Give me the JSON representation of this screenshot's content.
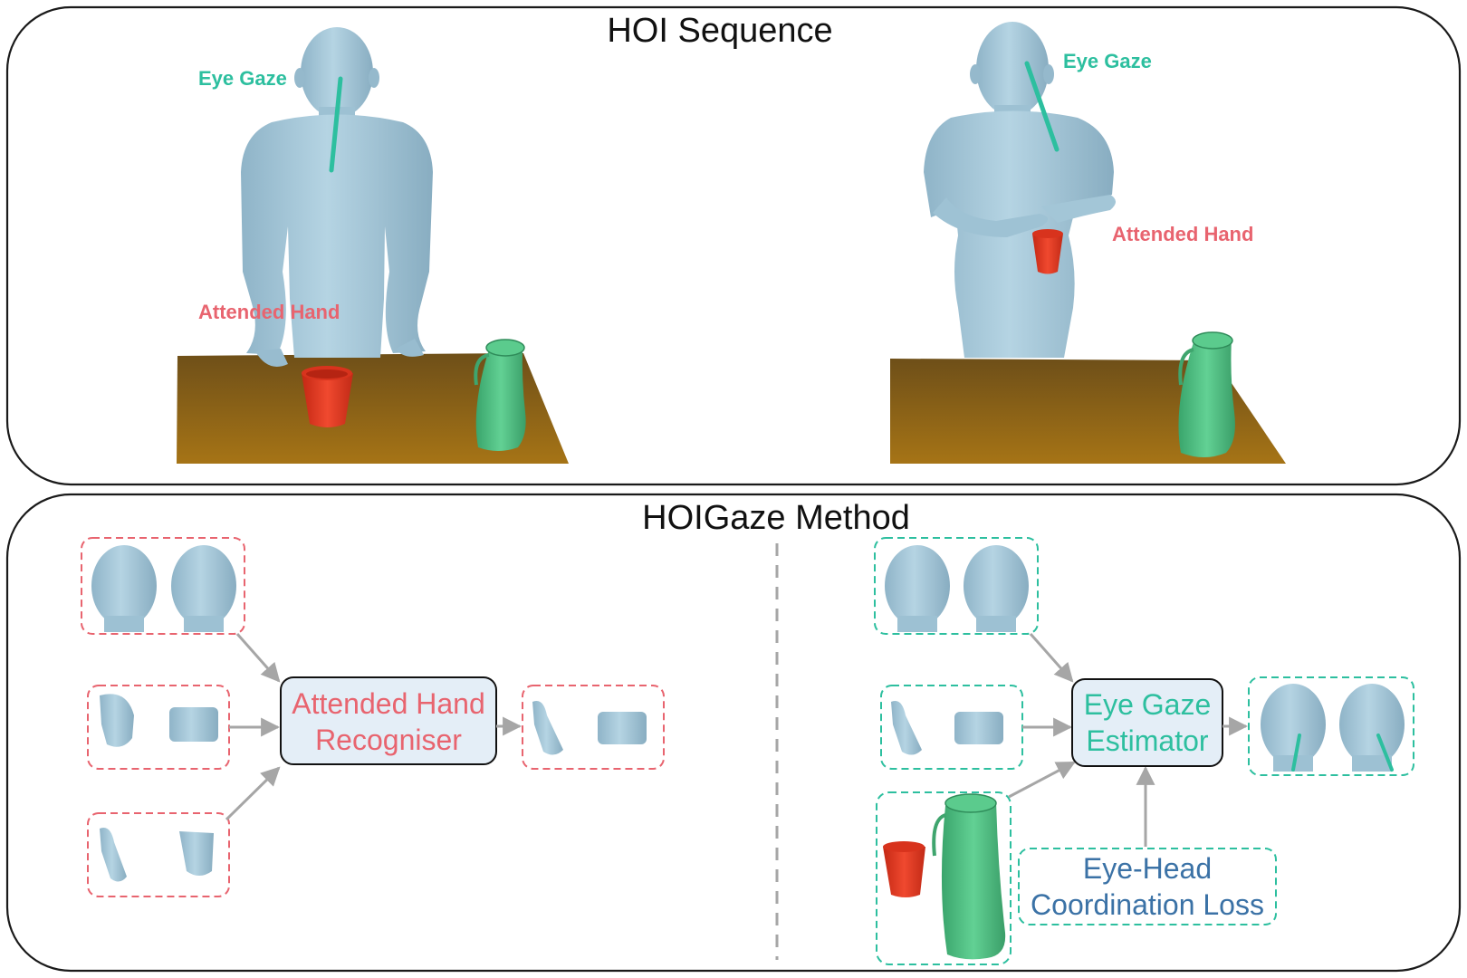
{
  "colors": {
    "gaze": "#2dbf9f",
    "hand": "#e8646f",
    "body": "#a9cbdc",
    "body_shade": "#7fa5b8",
    "table_top": "#7a5a1c",
    "table_front": "#a0701a",
    "cup": "#e63a24",
    "jug": "#4ec184",
    "box_fill": "#e4eef7",
    "arrow": "#a6a6a6",
    "loss_text": "#3b72a6"
  },
  "sequence_panel": {
    "title": "HOI Sequence",
    "frame_left": {
      "eye_gaze_label": "Eye Gaze",
      "attended_hand_label": "Attended Hand"
    },
    "frame_right": {
      "eye_gaze_label": "Eye Gaze",
      "attended_hand_label": "Attended Hand"
    }
  },
  "method_panel": {
    "title": "HOIGaze Method",
    "recogniser": {
      "line1": "Attended Hand",
      "line2": "Recogniser"
    },
    "estimator": {
      "line1": "Eye Gaze",
      "line2": "Estimator"
    },
    "loss": {
      "line1": "Eye-Head",
      "line2": "Coordination Loss"
    }
  }
}
